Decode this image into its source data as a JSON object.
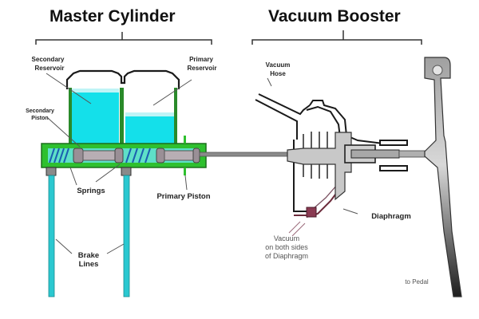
{
  "diagram": {
    "sections": {
      "master_cylinder": "Master Cylinder",
      "vacuum_booster": "Vacuum Booster"
    },
    "labels": {
      "secondary_reservoir": [
        "Secondary",
        "Reservoir"
      ],
      "primary_reservoir": [
        "Primary",
        "Reservoir"
      ],
      "secondary_piston": [
        "Secondary",
        "Piston"
      ],
      "springs": "Springs",
      "primary_piston": "Primary Piston",
      "brake_lines": [
        "Brake",
        "Lines"
      ],
      "vacuum_hose": [
        "Vacuum",
        "Hose"
      ],
      "diaphragm": "Diaphragm",
      "vacuum_note": [
        "Vacuum",
        "on both sides",
        "of Diaphragm"
      ],
      "to_pedal": "to Pedal"
    },
    "colors": {
      "fluid": "#14e0ea",
      "cylinder_body": "#2ec02e",
      "outline": "#1a1a1a",
      "booster": "#c8c8c8",
      "diaphragm": "#6b2a3a"
    }
  }
}
